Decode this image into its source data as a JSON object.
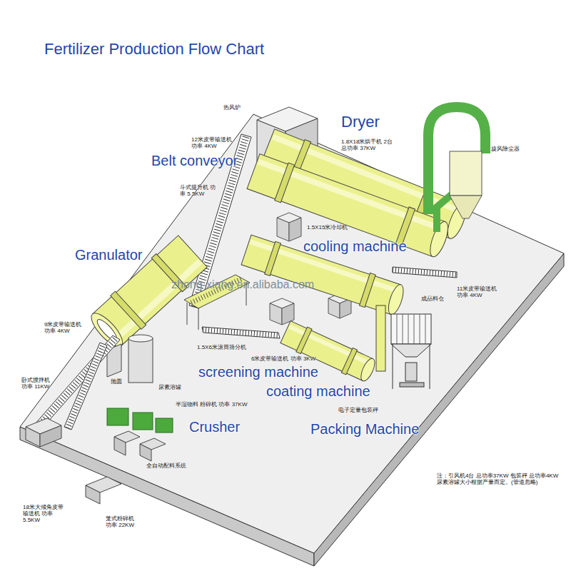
{
  "diagram": {
    "title": "Fertilizer Production Flow Chart",
    "labels": [
      "Dryer",
      "热风炉",
      "12米皮带输送机 功率 4KW",
      "1.8X18米烘干机 2台 总功率 37KW",
      "旋风除尘器",
      "Belt conveyor",
      "斗式提升机 功率 5.5KW",
      "Granulator",
      "1.5X15米冷却机",
      "cooling machine",
      "成品料仓",
      "11米皮带输送机 功率 4KW",
      "zhong-xiang.en.alibaba.com",
      "9米皮带输送机 功率 4KW",
      "抛圆",
      "卧式搅拌机 功率 11KW",
      "1.5X6米滚筒筛分机",
      "6米皮带输送机 功率 3KW",
      "screening machine",
      "尿素溶罐",
      "coating machine",
      "电子定量包装秤",
      "半湿物料 粉碎机 功率 37KW",
      "Crusher",
      "Packing Machine",
      "全自动配料系统",
      "注：引风机4台 总功率37KW 包装秤 总功率4KW 尿素溶罐大小根据产量而定。(管道忽略)",
      "18米大倾角皮带输送机 功率 5.5KW",
      "笼式粉碎机 功率 22KW"
    ]
  }
}
